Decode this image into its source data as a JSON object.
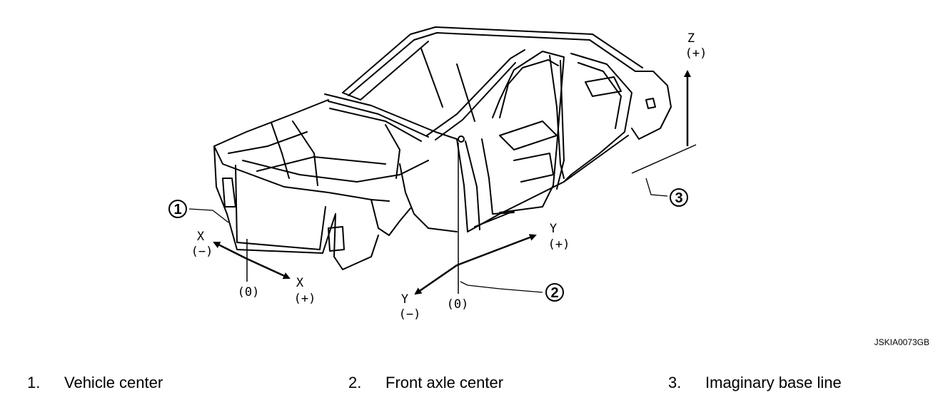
{
  "diagram": {
    "axes": {
      "x": {
        "name": "X",
        "minus": "(−)",
        "plus": "(+)",
        "zero": "(0)"
      },
      "y": {
        "name": "Y",
        "minus": "(−)",
        "plus": "(+)",
        "zero": "(0)"
      },
      "z": {
        "name": "Z",
        "plus": "(+)"
      }
    },
    "callouts": [
      "1",
      "2",
      "3"
    ],
    "figure_code": "JSKIA0073GB"
  },
  "legend": {
    "items": [
      {
        "number": "1.",
        "label": "Vehicle center"
      },
      {
        "number": "2.",
        "label": "Front axle center"
      },
      {
        "number": "3.",
        "label": "Imaginary base line"
      }
    ]
  }
}
